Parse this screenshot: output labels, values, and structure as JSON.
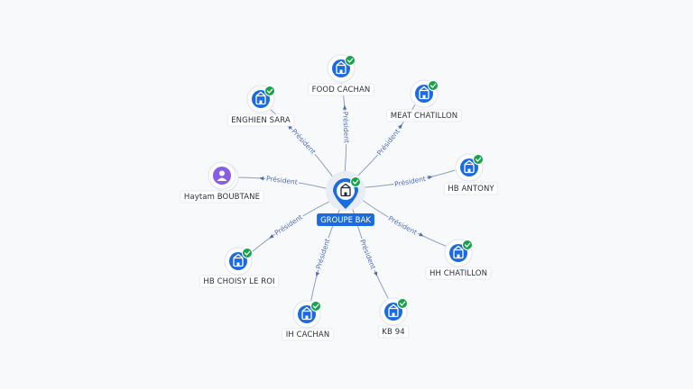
{
  "colors": {
    "company": "#1b6be0",
    "person": "#8a5ce6",
    "check": "#16a34a",
    "edge": "#8aa0c4",
    "edge_label": "#4f6db8"
  },
  "center": {
    "label": "GROUPE BAK",
    "icon": "building-icon",
    "verified": true
  },
  "nodes": [
    {
      "id": "food-cachan",
      "label": "FOOD CACHAN",
      "type": "company",
      "icon": "building-icon",
      "verified": true
    },
    {
      "id": "meat-chatillon",
      "label": "MEAT CHATILLON",
      "type": "company",
      "icon": "building-icon",
      "verified": true
    },
    {
      "id": "hb-antony",
      "label": "HB ANTONY",
      "type": "company",
      "icon": "building-icon",
      "verified": true
    },
    {
      "id": "hh-chatillon",
      "label": "HH CHATILLON",
      "type": "company",
      "icon": "building-icon",
      "verified": true
    },
    {
      "id": "kb-94",
      "label": "KB 94",
      "type": "company",
      "icon": "building-icon",
      "verified": true
    },
    {
      "id": "ih-cachan",
      "label": "IH CACHAN",
      "type": "company",
      "icon": "building-icon",
      "verified": true
    },
    {
      "id": "hb-choisy-le-roi",
      "label": "HB CHOISY LE ROI",
      "type": "company",
      "icon": "building-icon",
      "verified": true
    },
    {
      "id": "haytam-boubtane",
      "label": "Haytam BOUBTANE",
      "type": "person",
      "icon": "person-icon",
      "verified": false
    },
    {
      "id": "enghien-sara",
      "label": "ENGHIEN SARA",
      "type": "company",
      "icon": "building-icon",
      "verified": true
    }
  ],
  "edges": [
    {
      "to": "food-cachan",
      "label": "Président"
    },
    {
      "to": "meat-chatillon",
      "label": "Président"
    },
    {
      "to": "hb-antony",
      "label": "Président"
    },
    {
      "to": "hh-chatillon",
      "label": "Président"
    },
    {
      "to": "kb-94",
      "label": "Président"
    },
    {
      "to": "ih-cachan",
      "label": "Président"
    },
    {
      "to": "hb-choisy-le-roi",
      "label": "Président"
    },
    {
      "to": "haytam-boubtane",
      "label": "Président"
    },
    {
      "to": "enghien-sara",
      "label": "Président"
    }
  ]
}
